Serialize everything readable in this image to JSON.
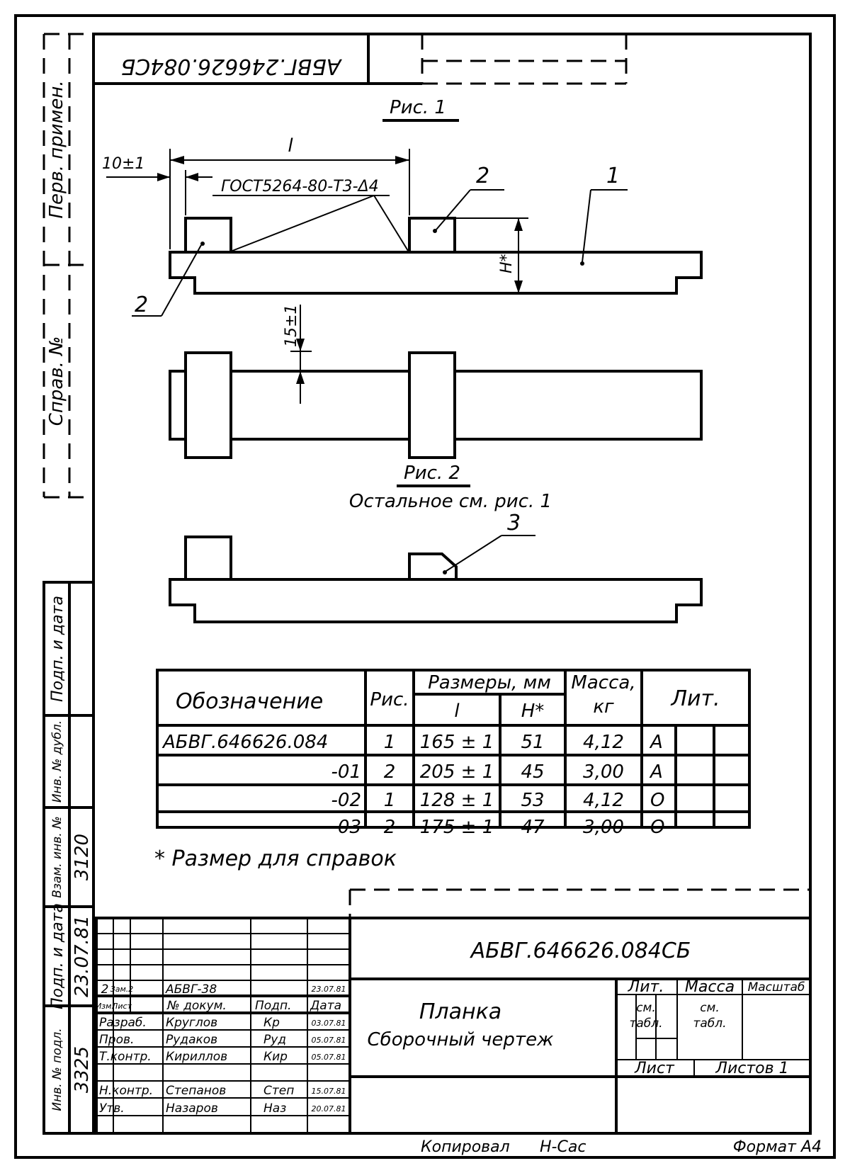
{
  "header_stamp": {
    "doc_code_rotated": "АБВГ.246626.084СБ"
  },
  "side_margin": {
    "first_use": "Перв. примен.",
    "ref_no": "Справ. №",
    "sign_date_1": "Подп. и дата",
    "dup_inv": "Инв. № дубл.",
    "repl_inv": "Взам. инв. №",
    "repl_inv_value": "3120",
    "sign_date_2": "Подп. и дата",
    "sign_date_2_value": "23.07.81",
    "orig_inv": "Инв. № подл.",
    "orig_inv_value": "3325"
  },
  "figure1": {
    "caption": "Рис. 1",
    "dim_l": "l",
    "dim_offset": "10±1",
    "weld_note": "ГОСТ5264-80-Т3-Δ4",
    "dim_h": "H*",
    "dim_15": "15±1",
    "callout_1": "1",
    "callout_2a": "2",
    "callout_2b": "2"
  },
  "figure2": {
    "caption": "Рис. 2",
    "note": "Остальное см. рис. 1",
    "callout_3": "3"
  },
  "table": {
    "headers": {
      "designation": "Обозначение",
      "fig": "Рис.",
      "dims": "Размеры, мм",
      "l": "l",
      "h": "H*",
      "mass": "Масса, кг",
      "mass_1": "Масса,",
      "mass_2": "кг",
      "lit": "Лит."
    },
    "rows": [
      {
        "designation": "АБВГ.646626.084",
        "fig": "1",
        "l": "165 ± 1",
        "h": "51",
        "mass": "4,12",
        "lit": "А"
      },
      {
        "designation": "-01",
        "fig": "2",
        "l": "205 ± 1",
        "h": "45",
        "mass": "3,00",
        "lit": "А"
      },
      {
        "designation": "-02",
        "fig": "1",
        "l": "128 ± 1",
        "h": "53",
        "mass": "4,12",
        "lit": "О"
      },
      {
        "designation": "-03",
        "fig": "2",
        "l": "175 ± 1",
        "h": "47",
        "mass": "3,00",
        "lit": "О"
      }
    ],
    "footnote": "* Размер для справок"
  },
  "title_block": {
    "doc_code": "АБВГ.646626.084СБ",
    "name": "Планка",
    "doc_type": "Сборочный чертеж",
    "lit_label": "Лит.",
    "mass_label": "Масса",
    "scale_label": "Масштаб",
    "see_table_1": "см.",
    "see_table_2": "табл.",
    "mass_see_1": "см.",
    "mass_see_2": "табл.",
    "sheet_label": "Лист",
    "sheets_label": "Листов 1",
    "change_row": {
      "izm": "2",
      "list": "Зам.2",
      "doc": "АБВГ-38",
      "date": "23.07.81"
    },
    "col_headers": {
      "izm": "Изм.",
      "list": "Лист",
      "doc": "№ докум.",
      "sign": "Подп.",
      "date": "Дата"
    },
    "roles": [
      {
        "role": "Разраб.",
        "name": "Круглов",
        "sign": "Кр",
        "date": "03.07.81"
      },
      {
        "role": "Пров.",
        "name": "Рудаков",
        "sign": "Руд",
        "date": "05.07.81"
      },
      {
        "role": "Т.контр.",
        "name": "Кириллов",
        "sign": "Кир",
        "date": "05.07.81"
      },
      {
        "role": "",
        "name": "",
        "sign": "",
        "date": ""
      },
      {
        "role": "Н.контр.",
        "name": "Степанов",
        "sign": "Степ",
        "date": "15.07.81"
      },
      {
        "role": "Утв.",
        "name": "Назаров",
        "sign": "Наз",
        "date": "20.07.81"
      }
    ]
  },
  "bottom": {
    "copied": "Копировал",
    "copied_sign": "Н-Сас",
    "format": "Формат А4"
  }
}
